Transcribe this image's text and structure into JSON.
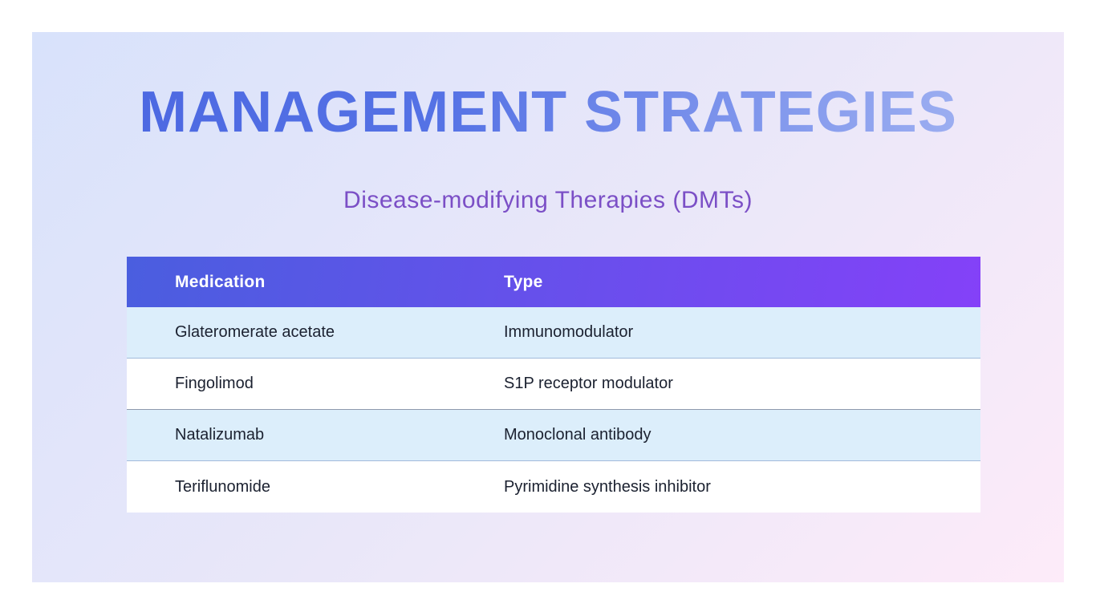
{
  "slide": {
    "title": "MANAGEMENT STRATEGIES",
    "subtitle": "Disease-modifying Therapies (DMTs)"
  },
  "table": {
    "columns": [
      {
        "label": "Medication"
      },
      {
        "label": "Type"
      }
    ],
    "rows": [
      {
        "medication": "Glateromerate acetate",
        "type": "Immunomodulator"
      },
      {
        "medication": "Fingolimod",
        "type": "S1P receptor modulator"
      },
      {
        "medication": "Natalizumab",
        "type": "Monoclonal antibody"
      },
      {
        "medication": "Teriflunomide",
        "type": "Pyrimidine synthesis inhibitor"
      }
    ]
  },
  "colors": {
    "title_gradient_start": "#4a66e1",
    "title_gradient_end": "#a9b9f3",
    "subtitle_text": "#7b4fc6",
    "table_header_gradient_start": "#4a5edf",
    "table_header_gradient_end": "#8441f8",
    "table_header_text": "#ffffff",
    "row_alt_background": "#dceefb",
    "row_background": "#ffffff",
    "card_gradient_start": "#d8e2fb",
    "card_gradient_end": "#fdebf9",
    "page_background": "#ffffff"
  }
}
